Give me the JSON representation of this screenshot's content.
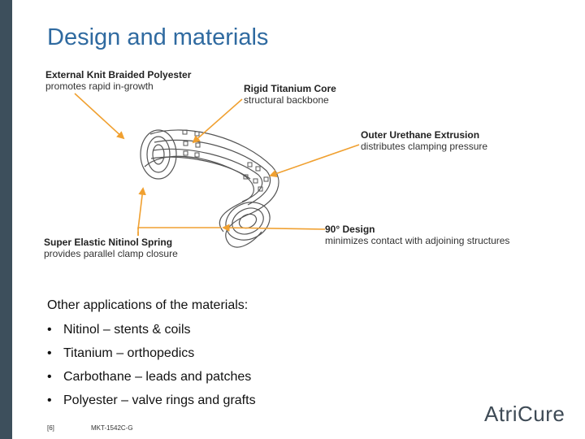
{
  "slide": {
    "title": "Design and materials",
    "labels": {
      "knit": {
        "bold": "External Knit Braided Polyester",
        "normal": "promotes rapid in-growth"
      },
      "titanium": {
        "bold": "Rigid Titanium Core",
        "normal": "structural backbone"
      },
      "urethane": {
        "bold": "Outer Urethane Extrusion",
        "normal": "distributes clamping pressure"
      },
      "design90": {
        "bold": "90° Design",
        "normal": "minimizes contact with adjoining structures"
      },
      "nitinol": {
        "bold": "Super Elastic Nitinol Spring",
        "normal": "provides parallel clamp closure"
      }
    },
    "other_heading": "Other applications of the materials:",
    "bullets": [
      "Nitinol – stents & coils",
      "Titanium – orthopedics",
      "Carbothane – leads and patches",
      "Polyester – valve rings and grafts"
    ],
    "footer": {
      "page": "[6]",
      "code": "MKT-1542C-G"
    },
    "logo_text": "AtriCure",
    "arrow_color": "#f0a030",
    "title_color": "#2f6aa0"
  }
}
